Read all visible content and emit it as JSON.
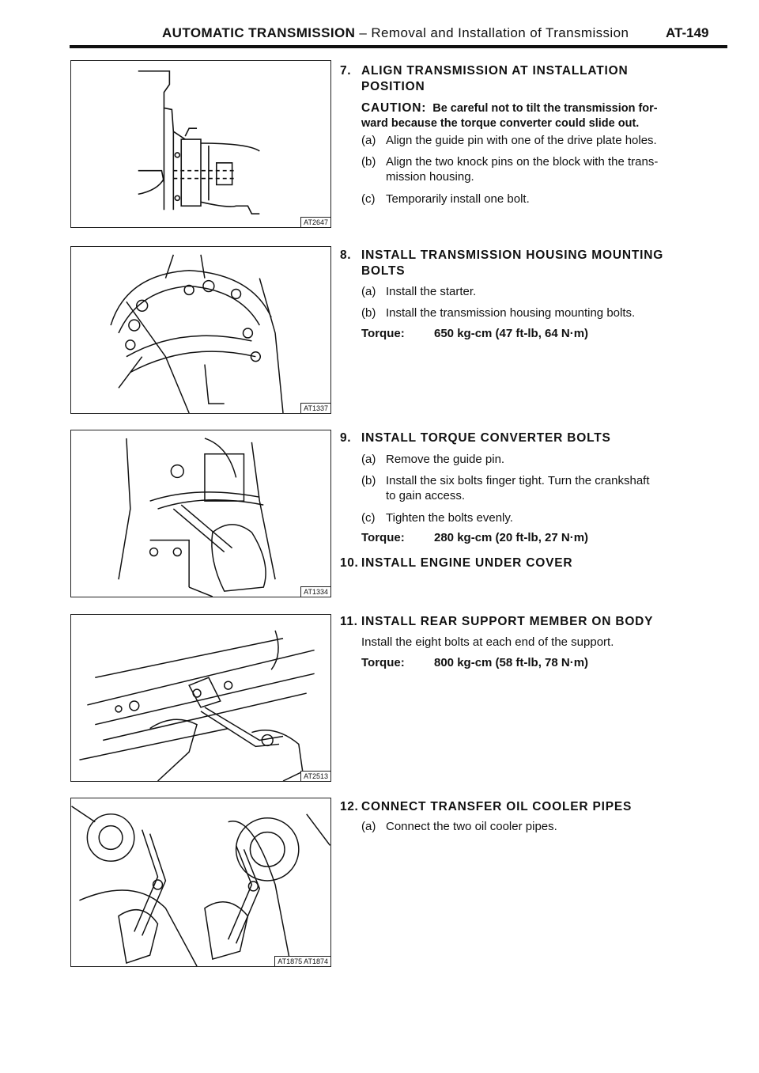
{
  "header": {
    "section": "AUTOMATIC TRANSMISSION",
    "subtitle": " – Removal and Installation of Transmission",
    "page_number": "AT-149"
  },
  "figures": [
    {
      "code": "AT2647"
    },
    {
      "code": "AT1337"
    },
    {
      "code": "AT1334"
    },
    {
      "code": "AT2513"
    },
    {
      "code": "AT1875  AT1874"
    }
  ],
  "steps": {
    "s7": {
      "number": "7.",
      "title_line1": "ALIGN TRANSMISSION AT INSTALLATION",
      "title_line2": "POSITION",
      "caution_label": "CAUTION:",
      "caution_line1": "Be careful not to tilt the transmission for-",
      "caution_line2": "ward because the torque converter could slide out.",
      "a_label": "(a)",
      "a_text": "Align the guide pin with one of the drive plate holes.",
      "b_label": "(b)",
      "b_text_line1": "Align the two knock pins on the block with the trans-",
      "b_text_line2": "mission housing.",
      "c_label": "(c)",
      "c_text": "Temporarily install one bolt."
    },
    "s8": {
      "number": "8.",
      "title_line1": "INSTALL TRANSMISSION HOUSING MOUNTING",
      "title_line2": "BOLTS",
      "a_label": "(a)",
      "a_text": "Install the starter.",
      "b_label": "(b)",
      "b_text": "Install the transmission housing mounting bolts.",
      "torque_label": "Torque:",
      "torque_value": "650 kg-cm (47 ft-lb, 64 N·m)"
    },
    "s9": {
      "number": "9.",
      "title": "INSTALL TORQUE CONVERTER BOLTS",
      "a_label": "(a)",
      "a_text": "Remove the guide pin.",
      "b_label": "(b)",
      "b_text_line1": "Install the six bolts finger tight. Turn the crankshaft",
      "b_text_line2": "to gain access.",
      "c_label": "(c)",
      "c_text": "Tighten the bolts evenly.",
      "torque_label": "Torque:",
      "torque_value": "280 kg-cm (20 ft-lb, 27 N·m)"
    },
    "s10": {
      "number": "10.",
      "title": "INSTALL ENGINE UNDER COVER"
    },
    "s11": {
      "number": "11.",
      "title": "INSTALL REAR SUPPORT MEMBER ON BODY",
      "text": "Install the eight bolts at each end of the support.",
      "torque_label": "Torque:",
      "torque_value": "800 kg-cm (58 ft-lb, 78 N·m)"
    },
    "s12": {
      "number": "12.",
      "title": "CONNECT TRANSFER OIL COOLER PIPES",
      "a_label": "(a)",
      "a_text": "Connect the two oil cooler pipes."
    }
  }
}
